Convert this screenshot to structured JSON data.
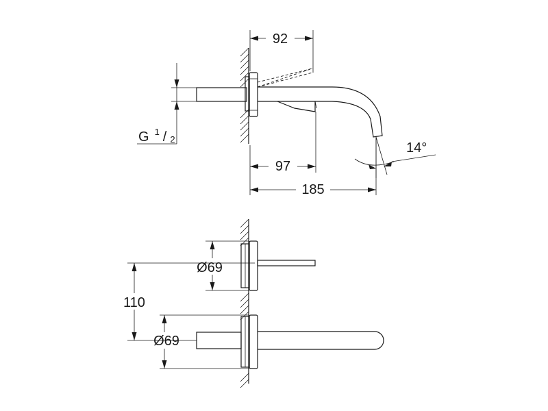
{
  "side_view": {
    "dim_92": "92",
    "dim_97": "97",
    "dim_185": "185",
    "angle": "14°",
    "thread_prefix": "G",
    "thread_num": "1",
    "thread_slash": "/",
    "thread_den": "2"
  },
  "top_view": {
    "dim_110": "110",
    "dim_dia_upper": "Ø69",
    "dim_dia_lower": "Ø69"
  },
  "colors": {
    "ink": "#1a1a1a",
    "background": "#ffffff"
  }
}
